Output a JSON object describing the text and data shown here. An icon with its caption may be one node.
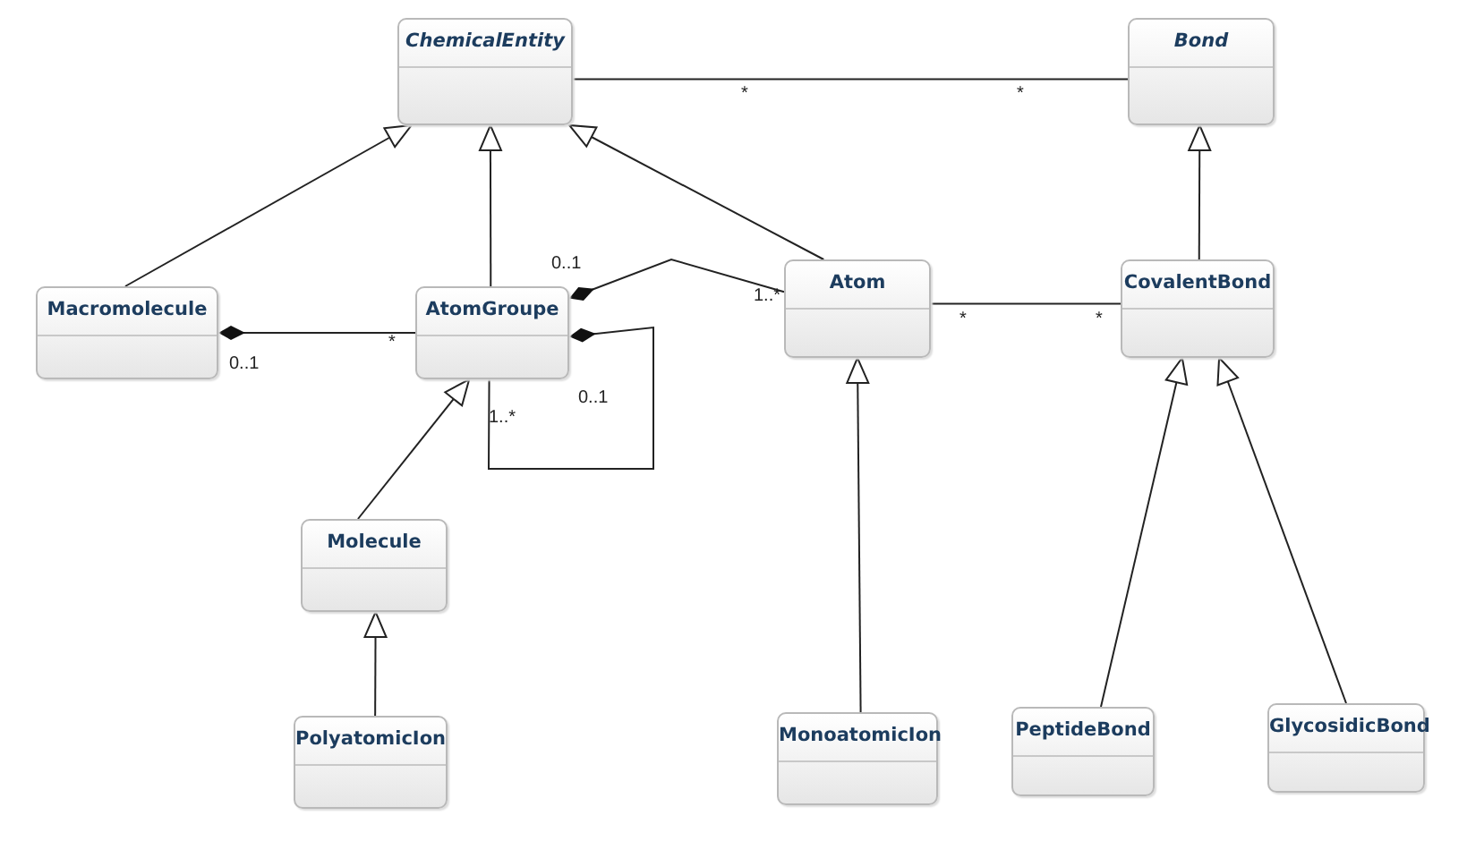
{
  "diagram": {
    "nodes": [
      {
        "text": [
          "ChemicalEntity"
        ]
      },
      {
        "text": [
          "Bond"
        ]
      },
      {
        "text": [
          "Macromolecule"
        ]
      },
      {
        "text": [
          "AtomGroupe"
        ]
      },
      {
        "text": [
          "Atom"
        ]
      },
      {
        "text": [
          "CovalentBond"
        ]
      },
      {
        "text": [
          "Molecule"
        ]
      },
      {
        "text": [
          "PolyatomicIon"
        ]
      },
      {
        "text": [
          "MonoatomicIon"
        ]
      },
      {
        "text": [
          "PeptideBond"
        ]
      },
      {
        "text": [
          "GlycosidicBond"
        ]
      }
    ],
    "edges": [
      {
        "from": 2,
        "to": 0,
        "arrow": "to"
      },
      {
        "from": 3,
        "to": 0,
        "arrow": "to"
      },
      {
        "from": 4,
        "to": 0,
        "arrow": "to"
      },
      {
        "from": 5,
        "to": 1,
        "arrow": "to"
      },
      {
        "from": 6,
        "to": 3,
        "arrow": "to"
      },
      {
        "from": 7,
        "to": 6,
        "arrow": "to"
      },
      {
        "from": 8,
        "to": 4,
        "arrow": "to"
      },
      {
        "from": 9,
        "to": 5,
        "arrow": "to"
      },
      {
        "from": 10,
        "to": 5,
        "arrow": "to"
      },
      {
        "from": 0,
        "to": 1,
        "arrow": "none"
      },
      {
        "from": 2,
        "to": 3,
        "arrow": "other"
      },
      {
        "from": 3,
        "to": 4,
        "arrow": "other"
      },
      {
        "from": 3,
        "to": 3,
        "arrow": "other"
      },
      {
        "from": 4,
        "to": 5,
        "arrow": "none"
      }
    ],
    "labels": [
      "*",
      "*",
      "0..1",
      "1..*",
      "0..1",
      "*",
      "*",
      "*",
      "1..*",
      "0..1"
    ]
  }
}
